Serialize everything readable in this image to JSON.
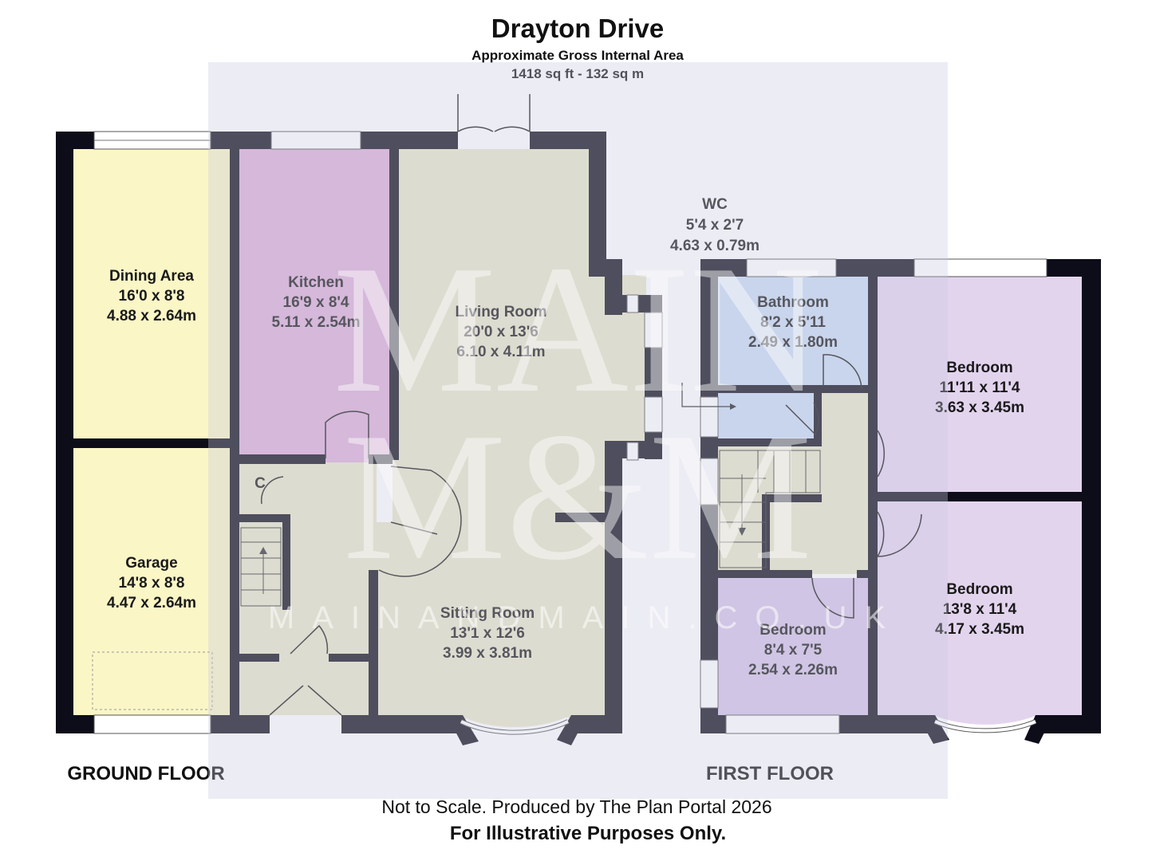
{
  "header": {
    "title": "Drayton Drive",
    "subtitle": "Approximate Gross Internal Area",
    "area": "1418 sq ft - 132 sq m"
  },
  "floors": {
    "ground": "GROUND FLOOR",
    "first": "FIRST FLOOR"
  },
  "rooms": {
    "dining": {
      "name": "Dining Area",
      "imperial": "16'0 x 8'8",
      "metric": "4.88 x 2.64m"
    },
    "kitchen": {
      "name": "Kitchen",
      "imperial": "16'9 x 8'4",
      "metric": "5.11 x 2.54m"
    },
    "living": {
      "name": "Living Room",
      "imperial": "20'0 x 13'6",
      "metric": "6.10 x 4.11m"
    },
    "garage": {
      "name": "Garage",
      "imperial": "14'8 x 8'8",
      "metric": "4.47 x 2.64m"
    },
    "sitting": {
      "name": "Sitting Room",
      "imperial": "13'1 x 12'6",
      "metric": "3.99 x 3.81m"
    },
    "cupboard": {
      "name": "C"
    },
    "wc": {
      "name": "WC",
      "imperial": "5'4 x 2'7",
      "metric": "4.63 x 0.79m"
    },
    "bathroom": {
      "name": "Bathroom",
      "imperial": "8'2 x 5'11",
      "metric": "2.49 x 1.80m"
    },
    "bedroom1": {
      "name": "Bedroom",
      "imperial": "11'11 x 11'4",
      "metric": "3.63 x 3.45m"
    },
    "bedroom2": {
      "name": "Bedroom",
      "imperial": "13'8 x 11'4",
      "metric": "4.17 x 3.45m"
    },
    "bedroom3": {
      "name": "Bedroom",
      "imperial": "8'4 x 7'5",
      "metric": "2.54 x 2.26m"
    }
  },
  "watermark": {
    "line1": "MAIN",
    "line2": "M&M",
    "site": "MAINANDMAIN.CO.UK"
  },
  "footer": {
    "note": "Not to Scale. Produced by The Plan Portal 2026",
    "disclaimer": "For Illustrative Purposes Only."
  },
  "colors": {
    "wall": "#0d0d1a",
    "dining": "#fbf6c6",
    "garage": "#fbf6c6",
    "kitchen": "#dcb0d7",
    "hall": "#e8e6c8",
    "bathroom": "#c9dcf3",
    "bedroom": "#e3d4ee",
    "bedroom_small": "#d4c3e6",
    "watermark_panel": "#dcdcec"
  }
}
